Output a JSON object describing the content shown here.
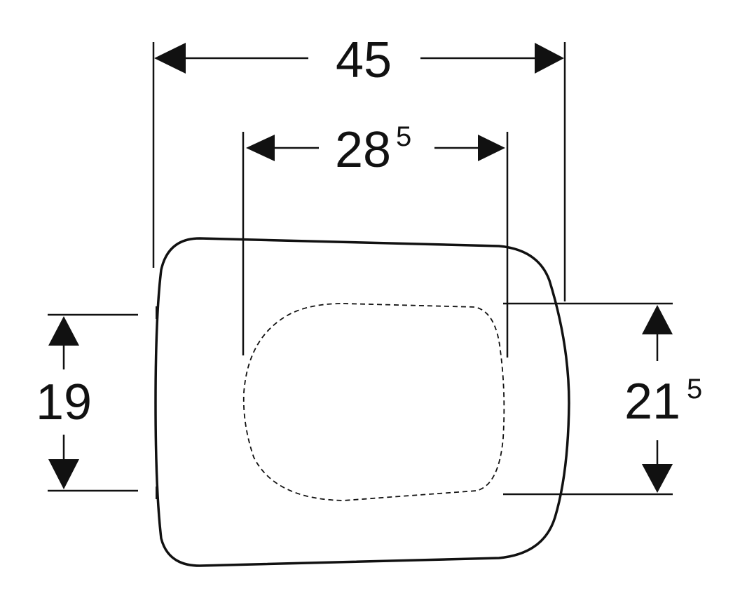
{
  "diagram": {
    "overall_width": {
      "value": "45"
    },
    "hole_width": {
      "value": "28",
      "superscript": "5"
    },
    "left_height": {
      "value": "19"
    },
    "right_height": {
      "value": "21",
      "superscript": "5"
    },
    "colors": {
      "line": "#111111",
      "background": "#ffffff"
    }
  }
}
